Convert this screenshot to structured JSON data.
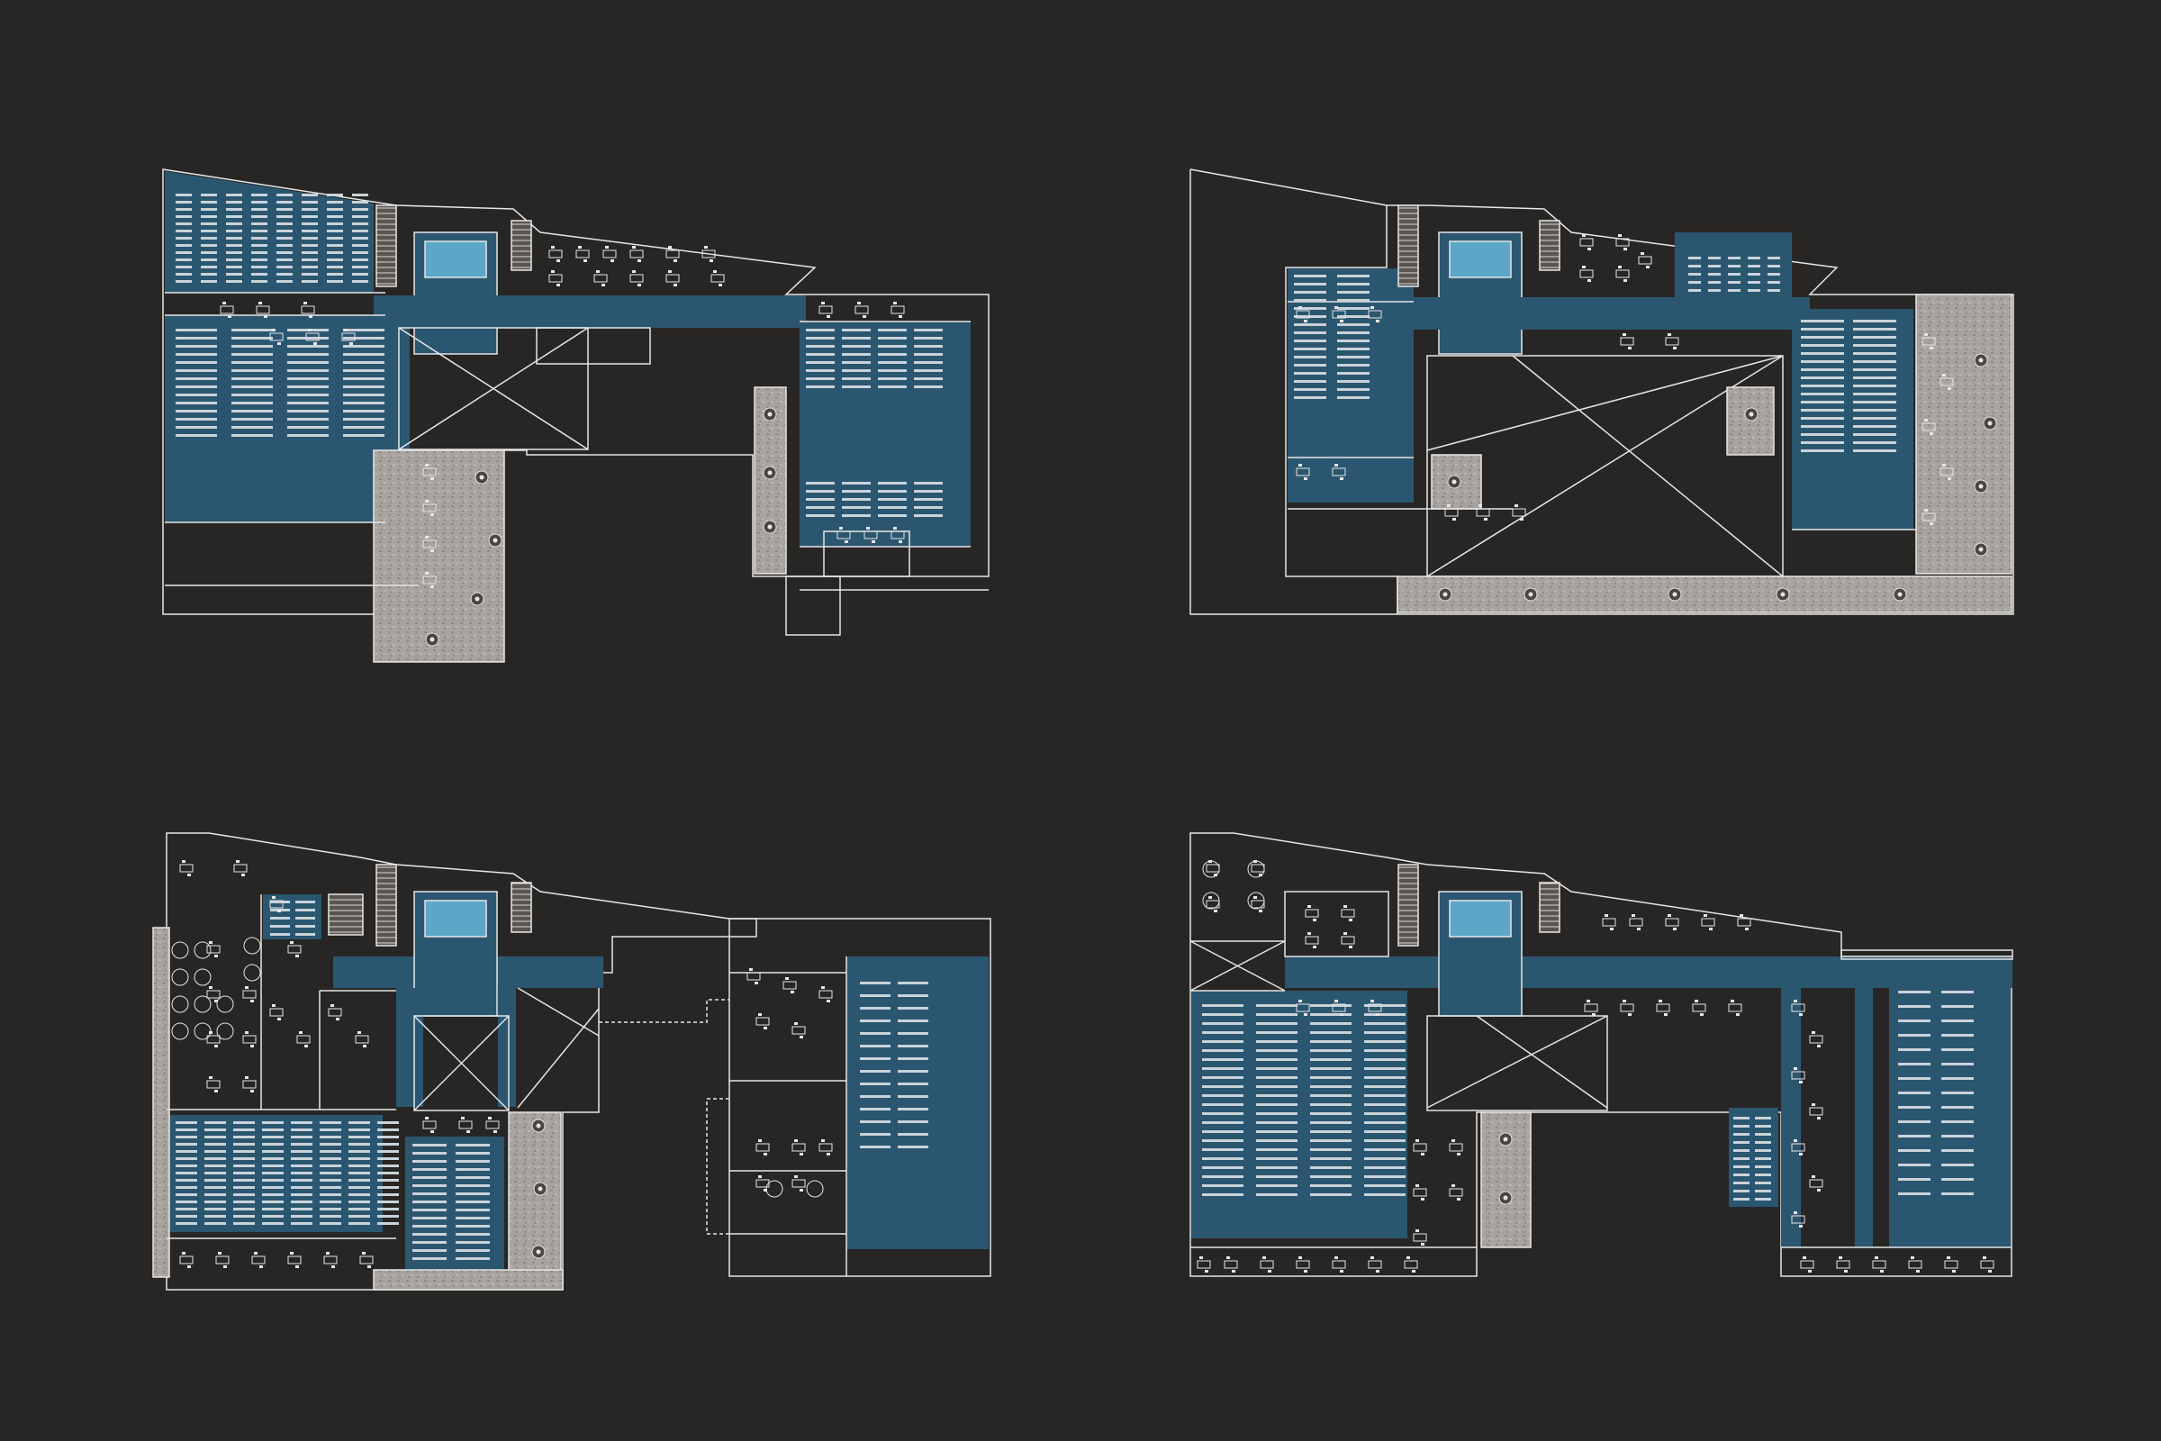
{
  "colors": {
    "background": "#282624",
    "line": "#e6e6e6",
    "accent_blue": "#2b5670",
    "blue_light": "#3d6a84",
    "courtyard": "#a8a39e",
    "void": "#282624",
    "desk": "#c9d3da"
  },
  "plans": [
    {
      "name": "floor-plan-1",
      "variant": "library-full"
    },
    {
      "name": "floor-plan-2",
      "variant": "library-courtyard"
    },
    {
      "name": "floor-plan-3",
      "variant": "mixed-use"
    },
    {
      "name": "floor-plan-4",
      "variant": "library-mixed"
    }
  ],
  "icons": {
    "stair": "stair-icon",
    "elevator": "elevator-icon",
    "planter": "planter-icon",
    "desk": "desk-icon",
    "table": "table-icon"
  }
}
